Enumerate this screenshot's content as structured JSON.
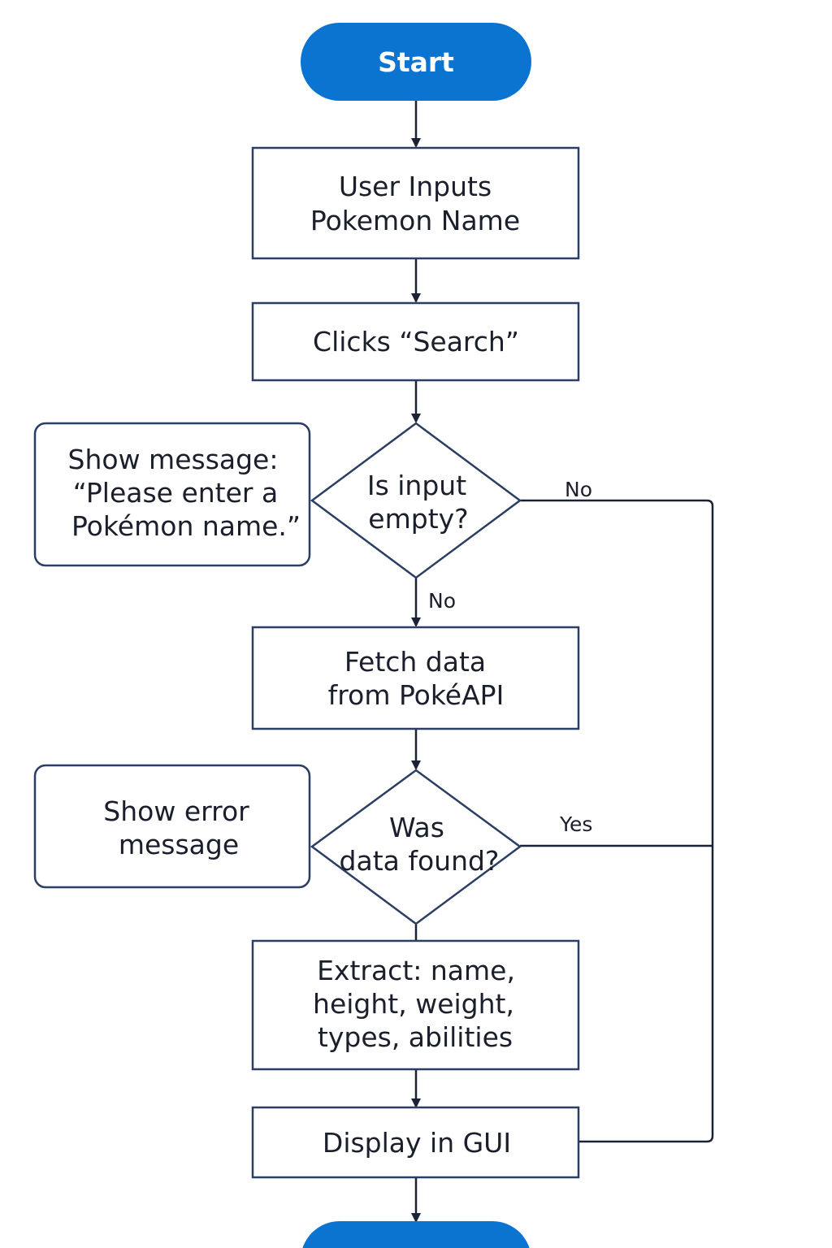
{
  "colors": {
    "terminal_fill": "#0b74d0",
    "node_stroke": "#2c3e63",
    "text": "#1a1f2b",
    "arrow": "#1a2233"
  },
  "nodes": {
    "start": {
      "shape": "terminal",
      "lines": [
        "Start"
      ]
    },
    "input": {
      "shape": "process",
      "lines": [
        "User Inputs",
        "Pokemon Name"
      ]
    },
    "search": {
      "shape": "process",
      "lines": [
        "Clicks “Search”"
      ]
    },
    "empty_check": {
      "shape": "decision",
      "lines": [
        "Is input",
        "empty?"
      ]
    },
    "empty_message": {
      "shape": "rounded",
      "lines": [
        "Show message:",
        "“Please enter a",
        "Pokémon name.”"
      ]
    },
    "fetch": {
      "shape": "process",
      "lines": [
        "Fetch data",
        "from PokéAPI"
      ]
    },
    "found_check": {
      "shape": "decision",
      "lines": [
        "Was",
        "data found?"
      ]
    },
    "error_message": {
      "shape": "rounded",
      "lines": [
        "Show error",
        "message"
      ]
    },
    "extract": {
      "shape": "process",
      "lines": [
        "Extract: name,",
        "height, weight,",
        "types, abilities"
      ]
    },
    "display": {
      "shape": "process",
      "lines": [
        "Display in GUI"
      ]
    },
    "end": {
      "shape": "terminal",
      "lines": []
    }
  },
  "edge_labels": {
    "empty_right": "No",
    "empty_down": "No",
    "found_right": "Yes"
  }
}
